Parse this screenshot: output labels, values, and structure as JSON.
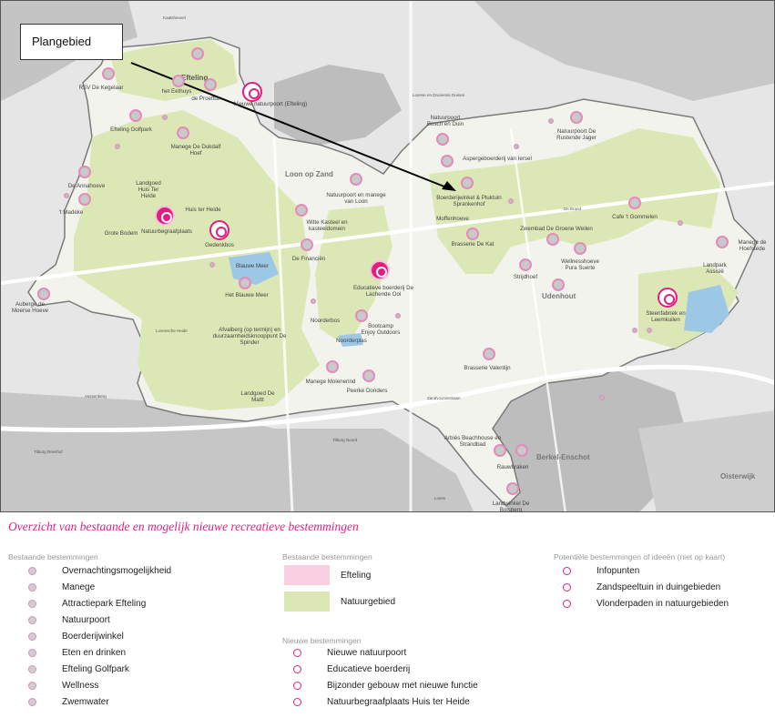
{
  "callout": {
    "label": "Plangebied"
  },
  "colors": {
    "accent": "#e0207e",
    "nature": "#dbe8b6",
    "efteling": "#f7cfe0",
    "water": "#9cc8e6",
    "urban": "#bdbdbd",
    "plan": "#f3f3ee"
  },
  "towns": {
    "efteling": "Efteling",
    "loon_op_zand": "Loon op Zand",
    "udenhout": "Udenhout",
    "berkel_enschot": "Berkel-Enschot",
    "oisterwijk": "Oisterwijk"
  },
  "roads": [
    "Kaatsheuvel",
    "Loonse en Drunense Duinen",
    "Tilburg Noord",
    "Tilburg Reeshof",
    "De Brand",
    "Vossenberg",
    "Zandvoordenbaan",
    "Loven",
    "Lovensche Heide"
  ],
  "places": [
    {
      "name": "RSV De Kegelaar",
      "icon": "manege-icon"
    },
    {
      "name": "het Eethuys",
      "icon": "eten-icon"
    },
    {
      "name": "de Proeftuin",
      "icon": "eten-icon"
    },
    {
      "name": "Nieuwe natuurpoort (Efteling)",
      "icon": "nieuwe-natuurpoort-icon"
    },
    {
      "name": "Efteling Golfpark",
      "icon": "golfpark-icon"
    },
    {
      "name": "Manege De Dukdalf Hoef",
      "icon": "manege-icon"
    },
    {
      "name": "Landgoed Huis Ter Heide",
      "icon": "none"
    },
    {
      "name": "De Annahoeve",
      "icon": "boerderij-icon"
    },
    {
      "name": "'t Madeke",
      "icon": "eten-icon"
    },
    {
      "name": "Huis ter Heide",
      "icon": "none"
    },
    {
      "name": "Natuurbegraafplaats",
      "icon": "natuurbegraafplaats-icon"
    },
    {
      "name": "Grote Bodem",
      "icon": "none"
    },
    {
      "name": "Gedenkbos",
      "icon": "bijzonder-gebouw-icon"
    },
    {
      "name": "Blauwe Meer",
      "icon": "none"
    },
    {
      "name": "Het Blauwe Meer",
      "icon": "eten-icon"
    },
    {
      "name": "Auberge de Moerse Hoeve",
      "icon": "eten-icon"
    },
    {
      "name": "Afvalberg (op termijn) en duurzaamheidsknooppunt De Spinder",
      "icon": "none"
    },
    {
      "name": "Landgoed De Mattt",
      "icon": "none"
    },
    {
      "name": "Natuurpoort en manege van Loon",
      "icon": "natuurpoort-icon"
    },
    {
      "name": "Witte Kasteel en kasteeldomein",
      "icon": "attractiepark-icon"
    },
    {
      "name": "De Financiën",
      "icon": "eten-icon"
    },
    {
      "name": "Educatieve boerderij De Lachende Ooi",
      "icon": "educatieve-boerderij-icon"
    },
    {
      "name": "Noorderbos",
      "icon": "none"
    },
    {
      "name": "Bootcamp Enjoy Outdoors",
      "icon": "wellness-icon"
    },
    {
      "name": "Noorderplas",
      "icon": "none"
    },
    {
      "name": "Manege Molenerind",
      "icon": "manege-icon"
    },
    {
      "name": "Peerke Donders",
      "icon": "eten-icon"
    },
    {
      "name": "Natuurpoort Bosch en Duin",
      "icon": "natuurpoort-icon"
    },
    {
      "name": "Aspergeboerderij van Iersel",
      "icon": "boerderij-icon"
    },
    {
      "name": "Boerderijwinkel & Pluktuin Sprankenhof",
      "icon": "boerderij-icon"
    },
    {
      "name": "Moffenhoeve",
      "icon": "none"
    },
    {
      "name": "Brasserie De Kat",
      "icon": "eten-icon"
    },
    {
      "name": "Natuurpoort De Rustende Jager",
      "icon": "natuurpoort-icon"
    },
    {
      "name": "Zwembad De Groene Weilen",
      "icon": "zwemwater-icon"
    },
    {
      "name": "Wellnesshoeve Pura Suerte",
      "icon": "wellness-icon"
    },
    {
      "name": "Strijdhoef",
      "icon": "eten-icon"
    },
    {
      "name": "Cafe 't Gommelen",
      "icon": "eten-icon"
    },
    {
      "name": "Manege de Hoefstede",
      "icon": "manege-icon"
    },
    {
      "name": "Landpark Assisië",
      "icon": "none"
    },
    {
      "name": "Steenfabriek en Leemkuilen",
      "icon": "bijzonder-gebouw-icon"
    },
    {
      "name": "Brasserie Valentijn",
      "icon": "eten-icon"
    },
    {
      "name": "Arbiés Beachhouse en Strandbad",
      "icon": "eten-icon"
    },
    {
      "name": "Rauwbraken",
      "icon": "zwemwater-icon"
    },
    {
      "name": "Landwinkel De Bolsberg",
      "icon": "boerderij-icon"
    }
  ],
  "legend": {
    "title": "Overzicht van bestaande en mogelijk nieuwe recreatieve bestemmingen",
    "col1_heading": "Bestaande bestemmingen",
    "col1_items": [
      {
        "label": "Overnachtingsmogelijkheid",
        "icon": "overnachting-icon"
      },
      {
        "label": "Manege",
        "icon": "manege-icon"
      },
      {
        "label": "Attractiepark Efteling",
        "icon": "attractiepark-icon"
      },
      {
        "label": "Natuurpoort",
        "icon": "natuurpoort-icon"
      },
      {
        "label": "Boerderijwinkel",
        "icon": "boerderij-icon"
      },
      {
        "label": "Eten en drinken",
        "icon": "eten-icon"
      },
      {
        "label": "Efteling Golfpark",
        "icon": "golfpark-icon"
      },
      {
        "label": "Wellness",
        "icon": "wellness-icon"
      },
      {
        "label": "Zwemwater",
        "icon": "zwemwater-icon"
      }
    ],
    "col2_heading": "Bestaande bestemmingen",
    "col2_areas": [
      {
        "label": "Efteling",
        "color": "#f7cfe0"
      },
      {
        "label": "Natuurgebied",
        "color": "#dbe8b6"
      }
    ],
    "col2b_heading": "Nieuwe bestemmingen",
    "col2b_items": [
      {
        "label": "Nieuwe natuurpoort",
        "icon": "nieuwe-natuurpoort-icon"
      },
      {
        "label": "Educatieve boerderij",
        "icon": "educatieve-boerderij-icon"
      },
      {
        "label": "Bijzonder gebouw met nieuwe functie",
        "icon": "bijzonder-gebouw-icon"
      },
      {
        "label": "Natuurbegraafplaats Huis ter Heide",
        "icon": "natuurbegraafplaats-icon"
      }
    ],
    "col3_heading": "Potentiële bestemmingen of ideeën (niet op kaart)",
    "col3_items": [
      {
        "label": "Infopunten",
        "icon": "info-icon"
      },
      {
        "label": "Zandspeeltuin in duingebieden",
        "icon": "zandspeeltuin-icon"
      },
      {
        "label": "Vlonderpaden in natuurgebieden",
        "icon": "vlonderpad-icon"
      }
    ]
  }
}
